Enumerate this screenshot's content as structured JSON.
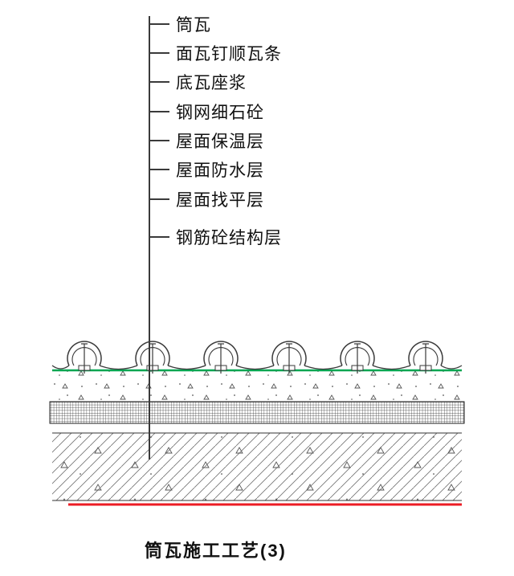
{
  "title": "筒瓦施工工艺(3)",
  "callouts": [
    {
      "label": "筒瓦"
    },
    {
      "label": "面瓦钉顺瓦条"
    },
    {
      "label": "底瓦座浆"
    },
    {
      "label": "钢网细石砼"
    },
    {
      "label": "屋面保温层"
    },
    {
      "label": "屋面防水层"
    },
    {
      "label": "屋面找平层"
    },
    {
      "label": "钢筋砼结构层"
    }
  ],
  "colors": {
    "drawing_ink": "#3a3a3a",
    "green_layer_line": "#00a651",
    "red_base_line": "#ec1c24"
  }
}
